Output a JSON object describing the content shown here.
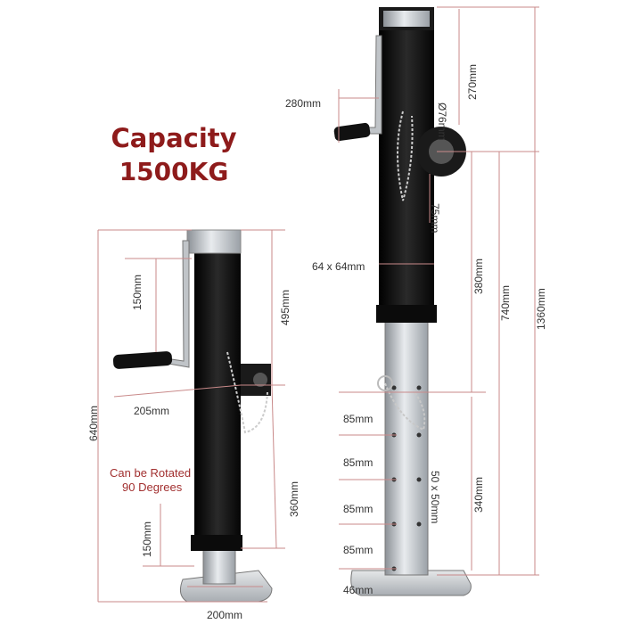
{
  "capacity": {
    "line1": "Capacity",
    "line2": "1500KG"
  },
  "dimensions": {
    "top_270": "270mm",
    "dia_76": "Ø76mm",
    "handle_280": "280mm",
    "d_75": "75mm",
    "tube_64": "64 x 64mm",
    "d_380": "380mm",
    "d_740": "740mm",
    "d_1360": "1360mm",
    "d_85a": "85mm",
    "d_85b": "85mm",
    "d_85c": "85mm",
    "d_85d": "85mm",
    "d_46": "46mm",
    "tube_50": "50 x 50mm",
    "d_340": "340mm",
    "left_150": "150mm",
    "left_495": "495mm",
    "left_640": "640mm",
    "left_205": "205mm",
    "left_360": "360mm",
    "left_150b": "150mm",
    "left_200": "200mm"
  },
  "rotate_note": {
    "line1": "Can be Rotated",
    "line2": "90 Degrees"
  },
  "colors": {
    "brand_red": "#8e1b1b",
    "dim_line": "#c98a8a",
    "steel": "#b9bec4",
    "black": "#141414"
  }
}
